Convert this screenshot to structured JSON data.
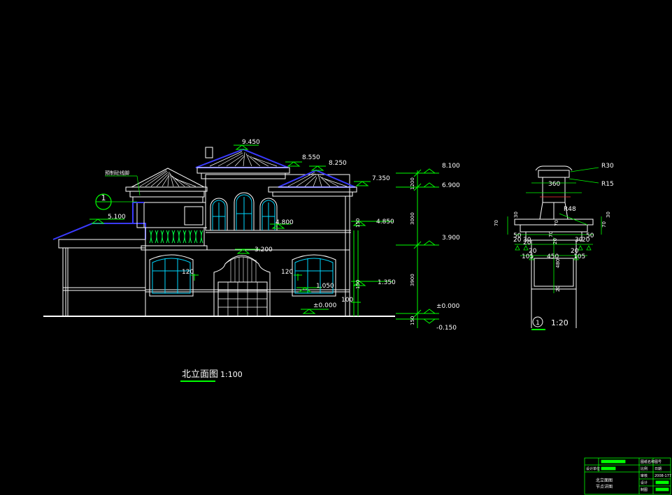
{
  "colors": {
    "background": "#000000",
    "outline": "#ffffff",
    "roof": "#2a2aff",
    "glass": "#00d8ff",
    "dimension": "#00ff00",
    "titleblock": "#00ff00"
  },
  "elevation": {
    "title": "北立面图",
    "scale": "1:100",
    "levels": {
      "l9450": "9.450",
      "l8550": "8.550",
      "l8250": "8.250",
      "l7350": "7.350",
      "l5100": "5.100",
      "l4850": "4.850",
      "l4800": "4.800",
      "l3200": "3.200",
      "l1350": "1.350",
      "l1050": "1.050",
      "l0000": "±0.000"
    },
    "note": "预制砼线脚",
    "detail_ref": "1",
    "dims": {
      "d120a": "120",
      "d120b": "120",
      "d150a": "150",
      "d150b": "150",
      "d100": "100"
    }
  },
  "right_axis": {
    "levels": {
      "r8100": "8.100",
      "r6900": "6.900",
      "r3900": "3.900",
      "r0000": "±0.000",
      "rm150": "-0.150"
    },
    "dims": {
      "d1200": "1200",
      "d3000": "3000",
      "d3900": "3900",
      "d150": "150"
    }
  },
  "detail": {
    "ref": "1",
    "scale": "1:20",
    "labels": {
      "r30": "R30",
      "r15": "R15",
      "r48": "R48",
      "d360": "360",
      "d450": "450",
      "d480": "480",
      "d105a": "105",
      "d105b": "105",
      "d20a": "20",
      "d20b": "20",
      "d20c": "20",
      "d20d": "20",
      "d20e": "20",
      "d20f": "20",
      "d20g": "20",
      "d30a": "30",
      "d30b": "30",
      "d30c": "30",
      "d30d": "30",
      "d50a": "50",
      "d50b": "50",
      "d70a": "70",
      "d70b": "70",
      "d70c": "70",
      "d70d": "70"
    }
  },
  "titleblock": {
    "row1_right_a": "图纸名称",
    "row1_right_b": "图号",
    "row2_left": "设计单位",
    "row2_right_a": "比例",
    "row2_right_b": "日期",
    "row3_right_a": "审核",
    "row3_right_b": "2008-177",
    "drawing_name_1": "北立面图",
    "drawing_name_2": "节点详图",
    "row4_right_a": "设计",
    "row5_right_a": "制图"
  }
}
